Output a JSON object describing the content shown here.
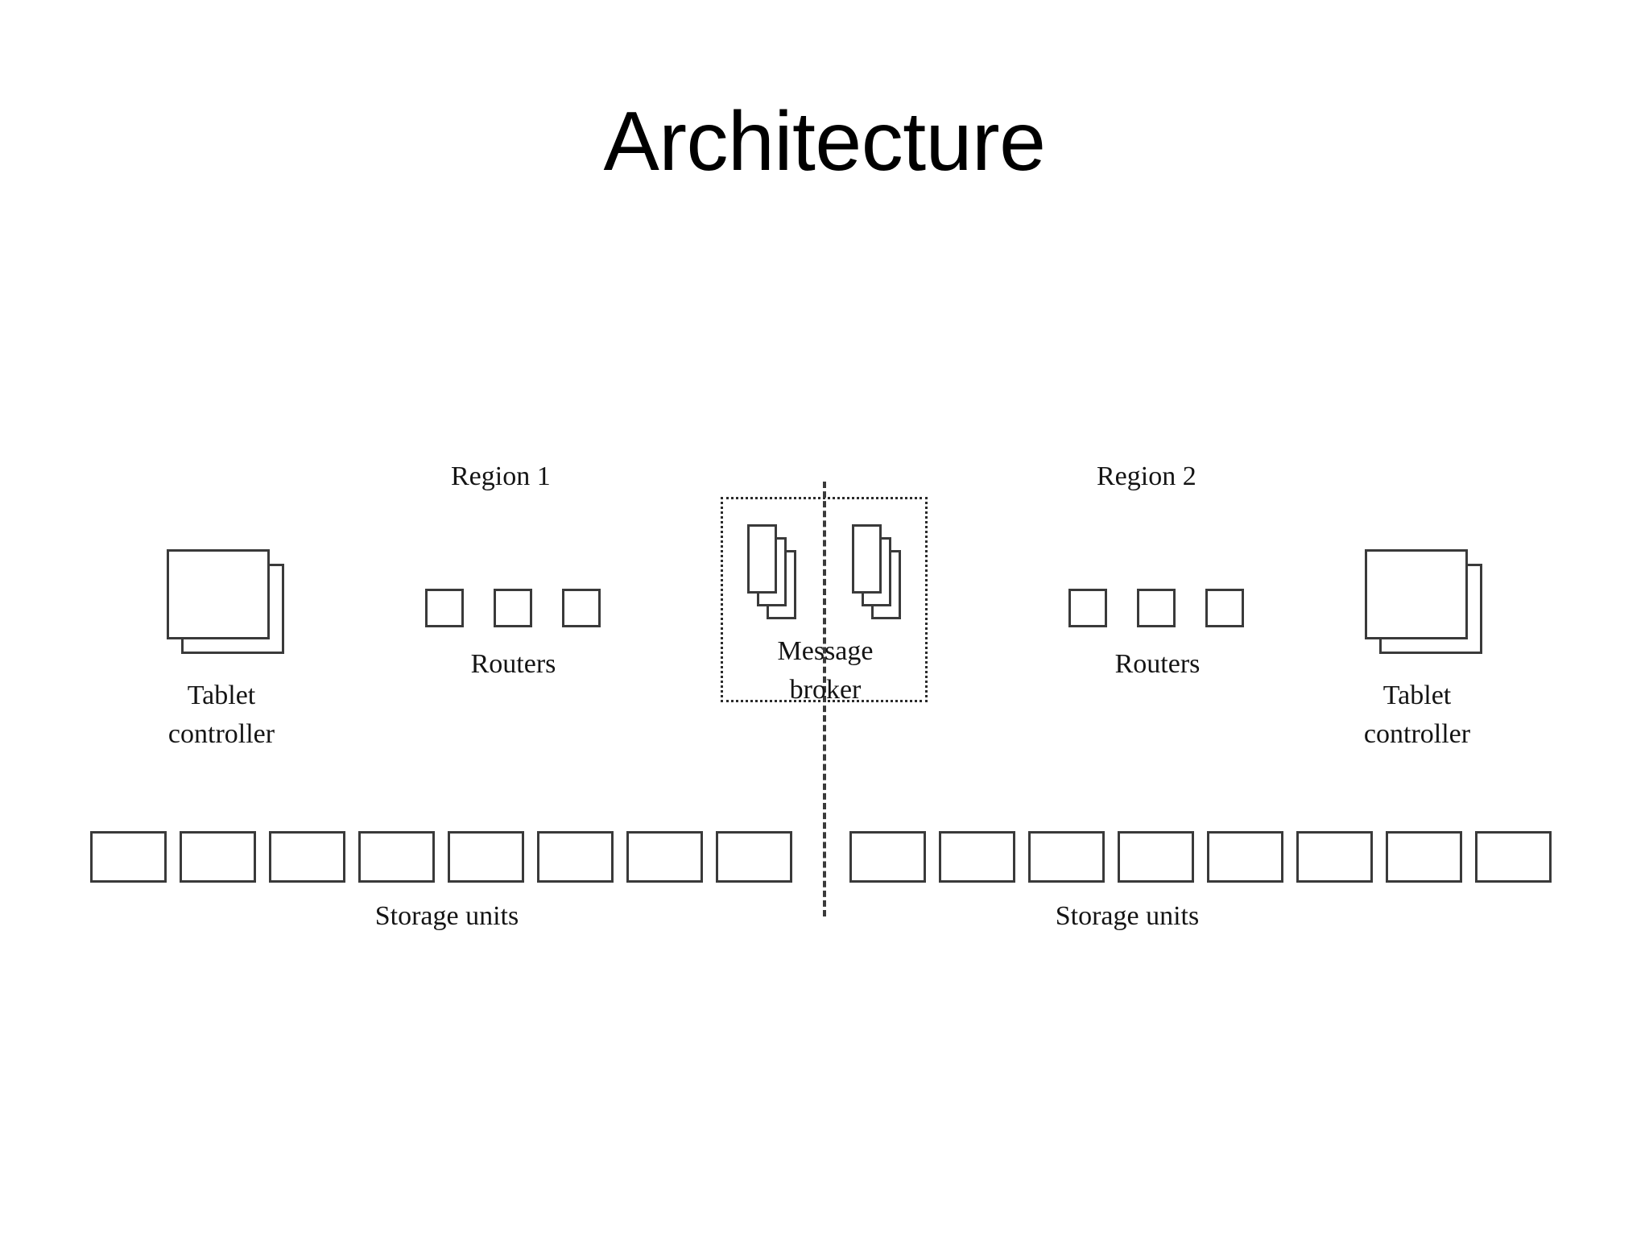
{
  "slide": {
    "title": "Architecture",
    "background_color": "#ffffff",
    "stroke_color": "#3a3a3a",
    "text_color": "#141414"
  },
  "diagram": {
    "type": "architecture-diagram",
    "center_divider": {
      "name": "region-separator",
      "style": "dashed-vertical-line"
    },
    "regions": [
      {
        "id": "region-1",
        "title": "Region 1",
        "tablet_controller": {
          "label_line_1": "Tablet",
          "label_line_2": "controller",
          "shape": "stacked-rectangles",
          "count": 2
        },
        "routers": {
          "label": "Routers",
          "count": 3,
          "shape": "square"
        },
        "storage": {
          "label": "Storage units",
          "count": 8,
          "shape": "rectangle"
        }
      },
      {
        "id": "region-2",
        "title": "Region 2",
        "tablet_controller": {
          "label_line_1": "Tablet",
          "label_line_2": "controller",
          "shape": "stacked-rectangles",
          "count": 2
        },
        "routers": {
          "label": "Routers",
          "count": 3,
          "shape": "square"
        },
        "storage": {
          "label": "Storage units",
          "count": 8,
          "shape": "rectangle"
        }
      }
    ],
    "message_broker": {
      "label_line_1": "Message",
      "label_line_2": "broker",
      "frame_style": "dotted-rectangle",
      "groups": 2,
      "rectangles_per_group": 3,
      "shape": "stacked-vertical-rectangles"
    }
  }
}
